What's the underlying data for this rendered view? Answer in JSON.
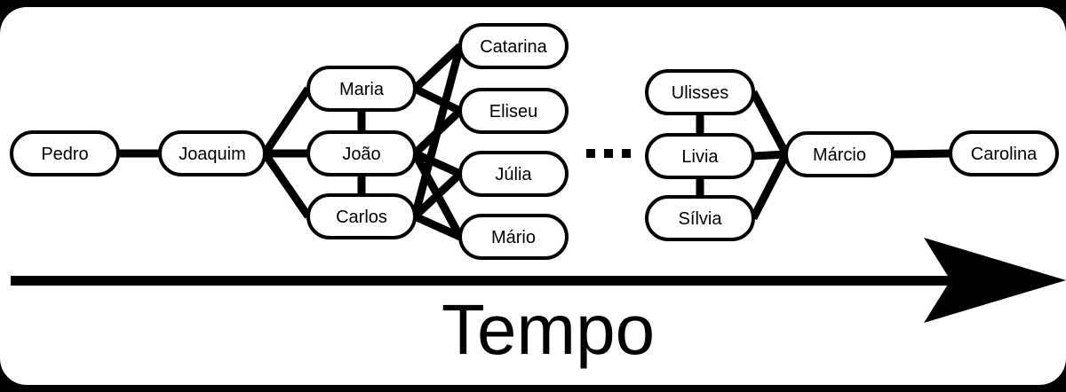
{
  "title": "Tempo",
  "colors": {
    "ink": "#000000",
    "paper": "#ffffff"
  },
  "ellipsis": "...",
  "nodes": [
    {
      "id": "pedro",
      "label": "Pedro"
    },
    {
      "id": "joaquim",
      "label": "Joaquim"
    },
    {
      "id": "maria",
      "label": "Maria"
    },
    {
      "id": "joao",
      "label": "João"
    },
    {
      "id": "carlos",
      "label": "Carlos"
    },
    {
      "id": "catarina",
      "label": "Catarina"
    },
    {
      "id": "eliseu",
      "label": "Eliseu"
    },
    {
      "id": "julia",
      "label": "Júlia"
    },
    {
      "id": "mario",
      "label": "Mário"
    },
    {
      "id": "ulisses",
      "label": "Ulisses"
    },
    {
      "id": "livia",
      "label": "Livia"
    },
    {
      "id": "silvia",
      "label": "Sílvia"
    },
    {
      "id": "marcio",
      "label": "Márcio"
    },
    {
      "id": "carolina",
      "label": "Carolina"
    }
  ],
  "edges": [
    [
      "pedro",
      "joaquim"
    ],
    [
      "joaquim",
      "maria"
    ],
    [
      "joaquim",
      "joao"
    ],
    [
      "joaquim",
      "carlos"
    ],
    [
      "maria",
      "joao"
    ],
    [
      "joao",
      "carlos"
    ],
    [
      "maria",
      "catarina"
    ],
    [
      "maria",
      "eliseu"
    ],
    [
      "joao",
      "eliseu"
    ],
    [
      "joao",
      "julia"
    ],
    [
      "joao",
      "mario"
    ],
    [
      "carlos",
      "catarina"
    ],
    [
      "carlos",
      "julia"
    ],
    [
      "carlos",
      "mario"
    ],
    [
      "ulisses",
      "livia"
    ],
    [
      "livia",
      "silvia"
    ],
    [
      "ulisses",
      "marcio"
    ],
    [
      "livia",
      "marcio"
    ],
    [
      "silvia",
      "marcio"
    ],
    [
      "marcio",
      "carolina"
    ]
  ]
}
